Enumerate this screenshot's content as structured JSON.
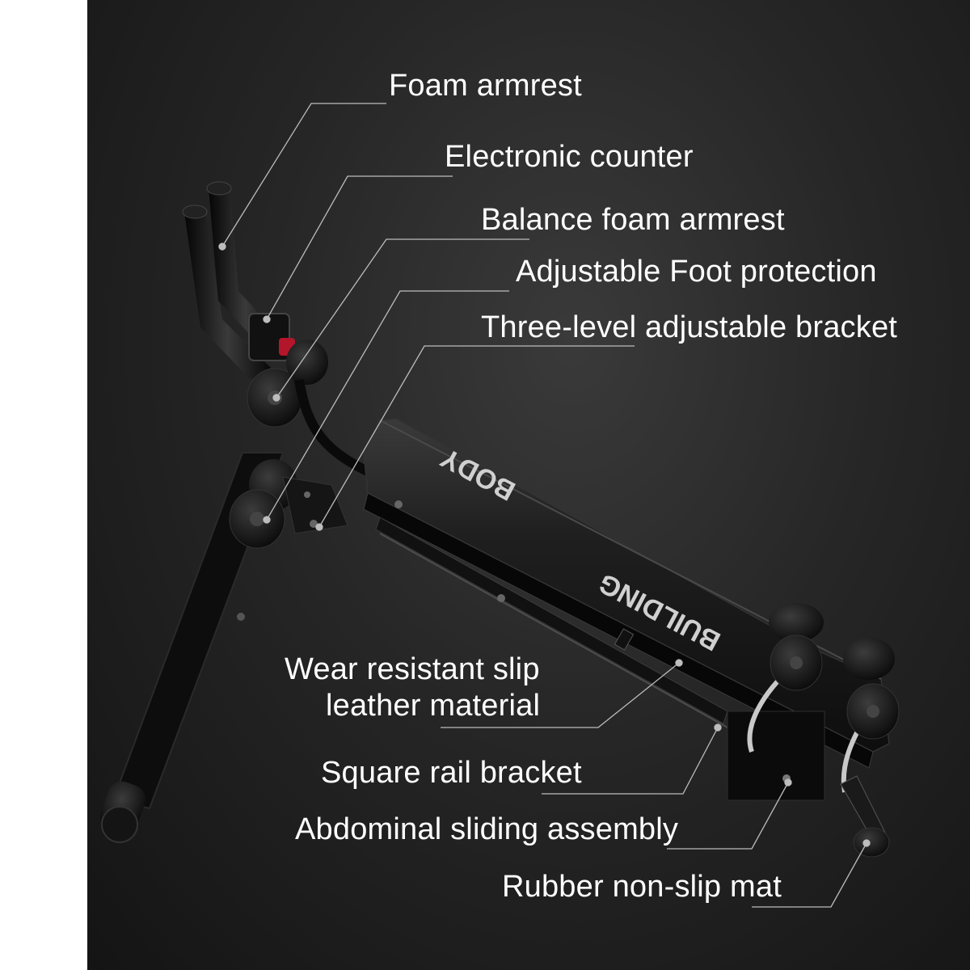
{
  "labels": {
    "foam_armrest": "Foam armrest",
    "electronic_counter": "Electronic counter",
    "balance_foam_armrest": "Balance foam armrest",
    "adjustable_foot_protection": "Adjustable Foot protection",
    "three_level_bracket": "Three-level adjustable bracket",
    "wear_resistant_line1": "Wear resistant slip",
    "wear_resistant_line2": "leather material",
    "square_rail_bracket": "Square rail bracket",
    "abdominal_sliding_assembly": "Abdominal sliding assembly",
    "rubber_mat": "Rubber non-slip mat"
  },
  "bench_text": {
    "logo_top": "BODY",
    "logo_bottom": "BUILDING"
  },
  "colors": {
    "background": "#262626",
    "label_text": "#ffffff",
    "leader_line": "#bdbdbd",
    "frame": "#0c0c0c",
    "pad": "#1b1b1b"
  }
}
